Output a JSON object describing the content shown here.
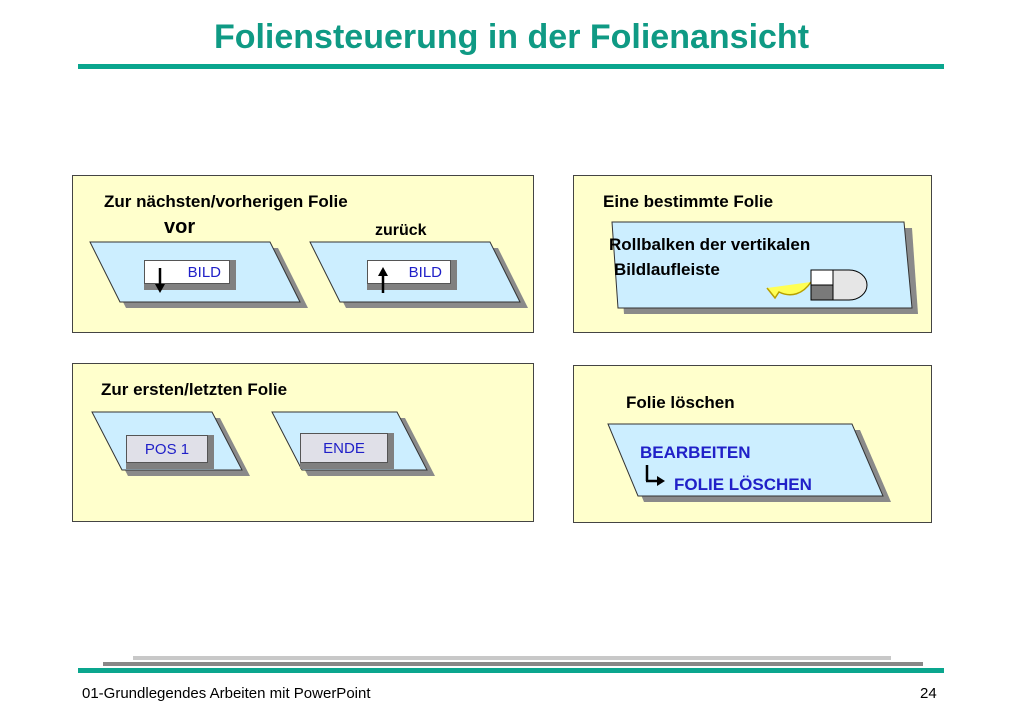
{
  "slide": {
    "title": "Foliensteuerung in der Folienansicht",
    "panel_next_prev": {
      "heading": "Zur nächsten/vorherigen Folie",
      "forward_label": "vor",
      "back_label": "zurück",
      "key_down": "BILD",
      "key_up": "BILD"
    },
    "panel_specific": {
      "heading": "Eine bestimmte Folie",
      "scrollbar_line1": "Rollbalken der vertikalen",
      "scrollbar_line2": "Bildlaufleiste"
    },
    "panel_first_last": {
      "heading": "Zur ersten/letzten Folie",
      "key_first": "POS 1",
      "key_last": "ENDE"
    },
    "panel_delete": {
      "heading": "Folie löschen",
      "menu": "BEARBEITEN",
      "command": "FOLIE LÖSCHEN"
    }
  },
  "footer": {
    "left_text": "01-Grundlegendes Arbeiten mit PowerPoint",
    "page_number": "24"
  },
  "colors": {
    "title": "#0f9a84",
    "accent_rule": "#0aa68e",
    "panel_bg": "#ffffcc",
    "shape_fill": "#cceeff",
    "key_text": "#2020c8"
  }
}
